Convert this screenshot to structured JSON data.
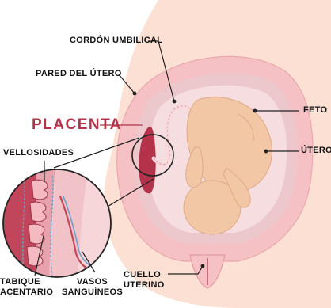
{
  "labels": {
    "umbilical_cord": "CORDÓN UMBILICAL",
    "uterine_wall": "PARED DEL ÚTERO",
    "fetus": "FETO",
    "placenta": "PLACENTA",
    "uterus": "ÚTERO",
    "villi": "VELLOSIDADES",
    "placental_septum": [
      "TABIQUE",
      "ACENTARIO"
    ],
    "blood_vessels": [
      "VASOS",
      "SANGUÍNEOS"
    ],
    "cervix": [
      "CUELLO",
      "UTERINO"
    ]
  },
  "colors": {
    "skin": "#fbe0d3",
    "uterus_wall": "#f5c1c4",
    "uterus_cavity": "#ecc8cd",
    "amniotic_sac": "#f6dee0",
    "fetus": "#f1c7a6",
    "placenta": "#b4324a",
    "placenta_label": "#b4324a",
    "lines": "#222222",
    "vessel_blue": "#6a9fc9"
  },
  "icons": [
    "umbilical-cord-shape",
    "fetus-shape",
    "placenta-shape",
    "magnifier-circle"
  ]
}
